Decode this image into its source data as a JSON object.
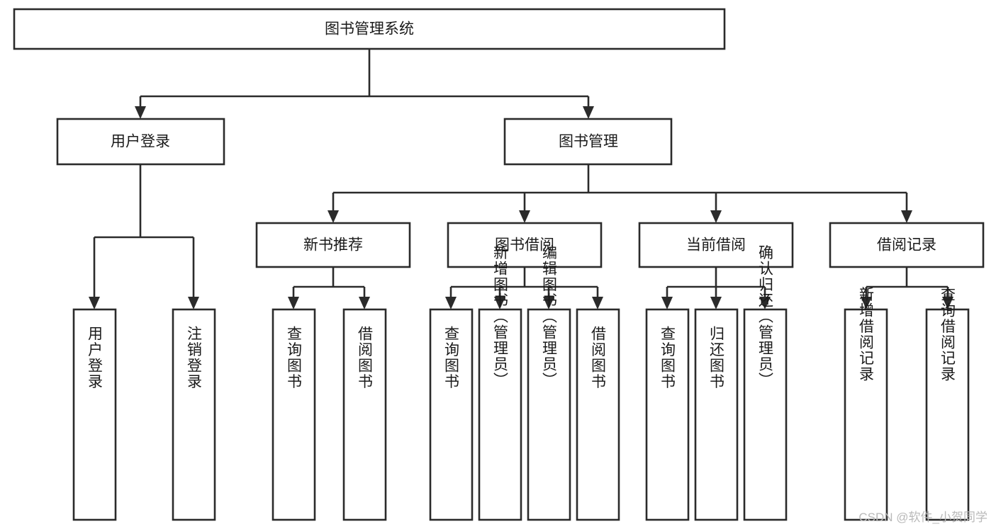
{
  "diagram": {
    "type": "tree-hierarchy",
    "title": "图书管理系统",
    "watermark": "CSDN @软件_小贺同学",
    "colors": {
      "stroke": "#2b2b2b",
      "fill": "#ffffff",
      "text": "#1a1a1a",
      "watermark": "#b9b9b9"
    },
    "levels": {
      "root": {
        "label": "图书管理系统",
        "orientation": "horizontal"
      },
      "level2": [
        {
          "label": "用户登录",
          "orientation": "horizontal"
        },
        {
          "label": "图书管理",
          "orientation": "horizontal"
        }
      ],
      "level3": [
        {
          "label": "新书推荐",
          "orientation": "horizontal",
          "parent": "图书管理"
        },
        {
          "label": "图书借阅",
          "orientation": "horizontal",
          "parent": "图书管理"
        },
        {
          "label": "当前借阅",
          "orientation": "horizontal",
          "parent": "图书管理"
        },
        {
          "label": "借阅记录",
          "orientation": "horizontal",
          "parent": "图书管理"
        }
      ],
      "leaves": [
        {
          "label": "用户登录",
          "orientation": "vertical",
          "parent": "用户登录"
        },
        {
          "label": "注销登录",
          "orientation": "vertical",
          "parent": "用户登录"
        },
        {
          "label": "查询图书",
          "orientation": "vertical",
          "parent": "新书推荐"
        },
        {
          "label": "借阅图书",
          "orientation": "vertical",
          "parent": "新书推荐"
        },
        {
          "label": "查询图书",
          "orientation": "vertical",
          "parent": "图书借阅"
        },
        {
          "label": "新增图书（管理员）",
          "orientation": "vertical",
          "parent": "图书借阅"
        },
        {
          "label": "编辑图书（管理员）",
          "orientation": "vertical",
          "parent": "图书借阅"
        },
        {
          "label": "借阅图书",
          "orientation": "vertical",
          "parent": "图书借阅"
        },
        {
          "label": "查询图书",
          "orientation": "vertical",
          "parent": "当前借阅"
        },
        {
          "label": "归还图书",
          "orientation": "vertical",
          "parent": "当前借阅"
        },
        {
          "label": "确认归还（管理员）",
          "orientation": "vertical",
          "parent": "当前借阅"
        },
        {
          "label": "新增借阅记录",
          "orientation": "vertical",
          "parent": "借阅记录"
        },
        {
          "label": "查询借阅记录",
          "orientation": "vertical",
          "parent": "借阅记录"
        }
      ]
    }
  }
}
